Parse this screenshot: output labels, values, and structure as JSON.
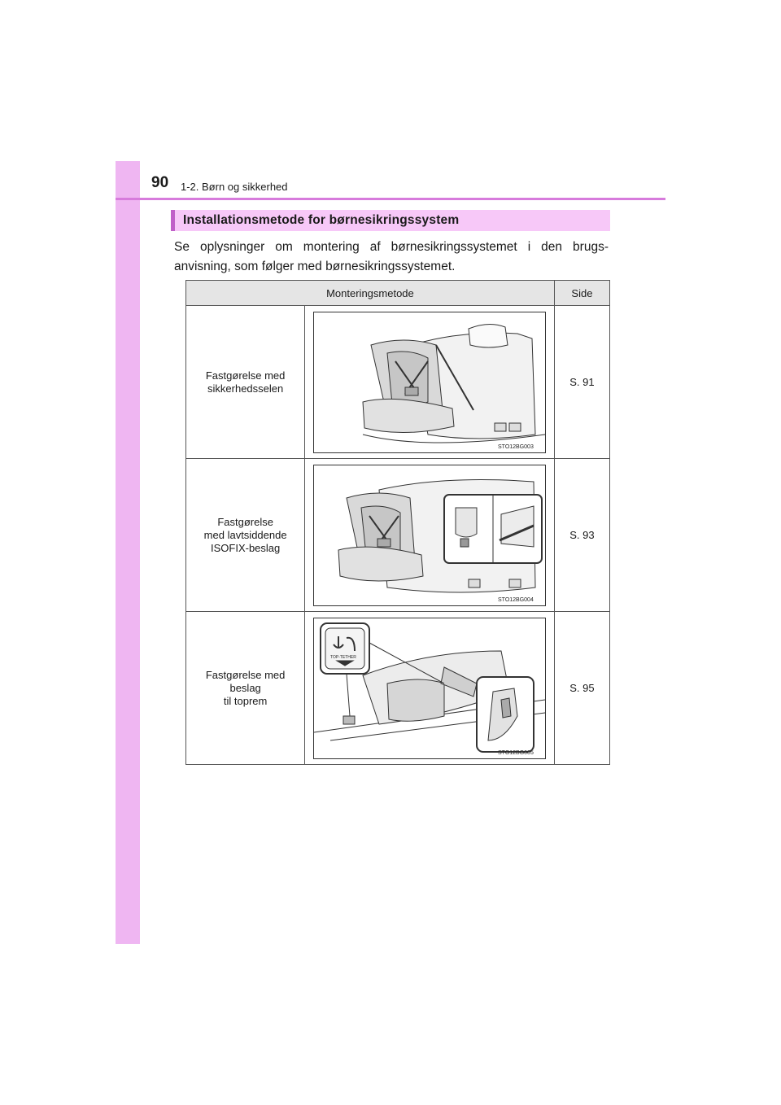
{
  "header": {
    "page_number": "90",
    "chapter": "1-2. Børn og sikkerhed"
  },
  "section": {
    "title": "Installationsmetode for børnesikringssystem",
    "intro": "Se oplysninger om montering af børnesikringssystemet i den brugs-anvisning, som følger med børnesikringssystemet."
  },
  "table": {
    "headers": {
      "method": "Monteringsmetode",
      "page": "Side"
    },
    "rows": [
      {
        "label": "Fastgørelse med\nsikkerhedsselen",
        "page": "S. 91",
        "figure_code": "STO12BG003"
      },
      {
        "label": "Fastgørelse\nmed lavtsiddende\nISOFIX-beslag",
        "page": "S. 93",
        "figure_code": "STO12BG004"
      },
      {
        "label": "Fastgørelse med\nbeslag\ntil toprem",
        "page": "S. 95",
        "figure_code": "STO12BG005",
        "badge_text": "TOP-TETHER"
      }
    ]
  },
  "colors": {
    "side_bar": "#efb6f2",
    "header_rule": "#d77bdc",
    "section_band": "#f7c8f8",
    "section_accent": "#c060c8"
  }
}
